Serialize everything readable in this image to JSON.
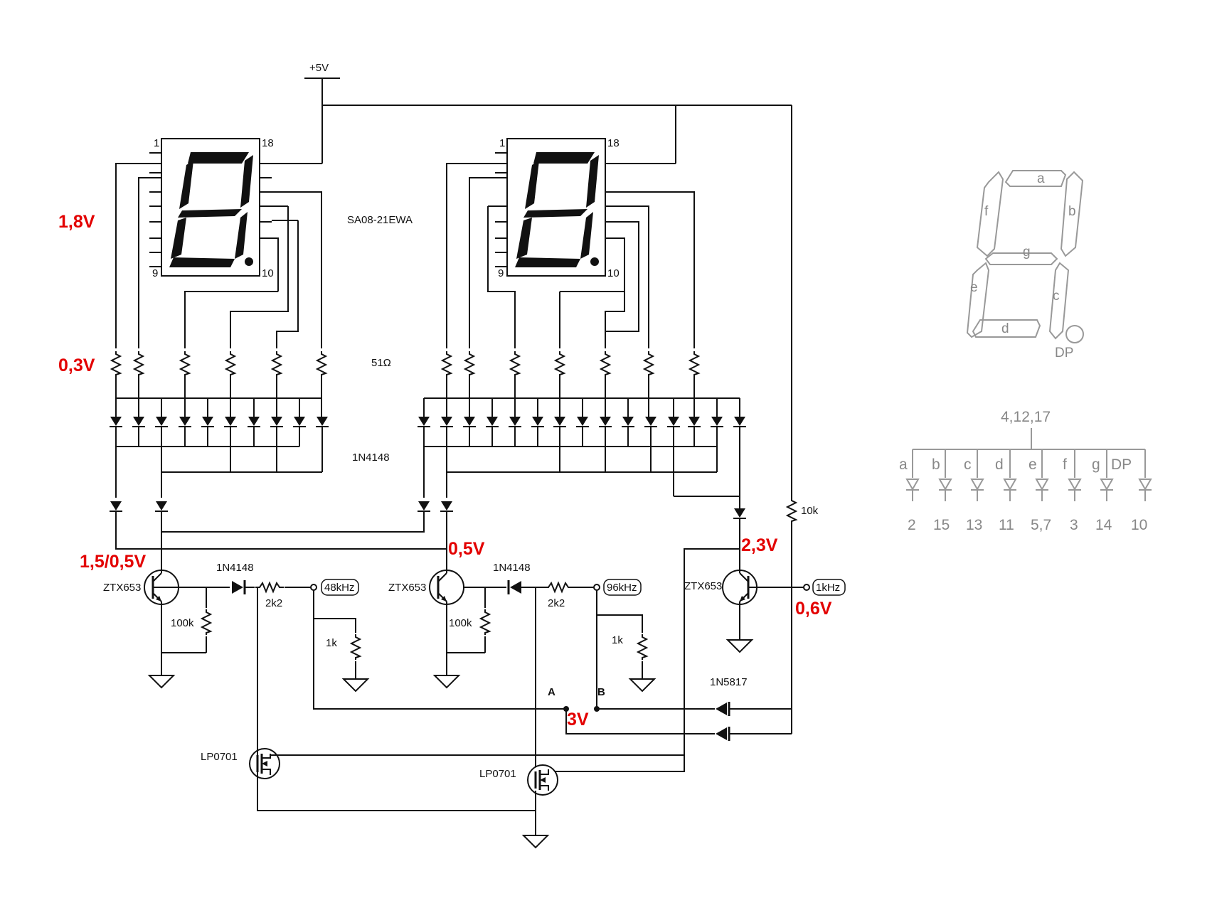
{
  "labels": {
    "vcc": "+5V",
    "display_part": "SA08-21EWA",
    "resistor_value": "51Ω",
    "diode_part": "1N4148",
    "transistor": "ZTX653",
    "base_diode": "1N4148",
    "r_series": "2k2",
    "r_base": "100k",
    "r_load": "1k",
    "r_pullup": "10k",
    "schottky": "1N5817",
    "mosfet": "LP0701",
    "node_a": "A",
    "node_b": "B",
    "pin_1": "1",
    "pin_18": "18",
    "pin_9": "9",
    "pin_10": "10"
  },
  "inputs": {
    "in1": "48kHz",
    "in2": "96kHz",
    "in3": "1kHz"
  },
  "voltages": {
    "v1": "1,8V",
    "v2": "0,3V",
    "v3": "1,5/0,5V",
    "v4": "0,5V",
    "v5": "2,3V",
    "v6": "0,6V",
    "v7": "3V"
  },
  "pinout": {
    "segments": [
      "a",
      "b",
      "c",
      "d",
      "e",
      "f",
      "g"
    ],
    "dp": "DP",
    "common_pins": "4,12,17",
    "pin_letters": [
      "a",
      "b",
      "c",
      "d",
      "e",
      "f",
      "g",
      "DP"
    ],
    "pin_numbers": [
      "2",
      "15",
      "13",
      "11",
      "5,7",
      "3",
      "14",
      "10"
    ]
  },
  "colors": {
    "wire": "#111111",
    "voltage": "#e30000",
    "pinout_gray": "#999999"
  }
}
